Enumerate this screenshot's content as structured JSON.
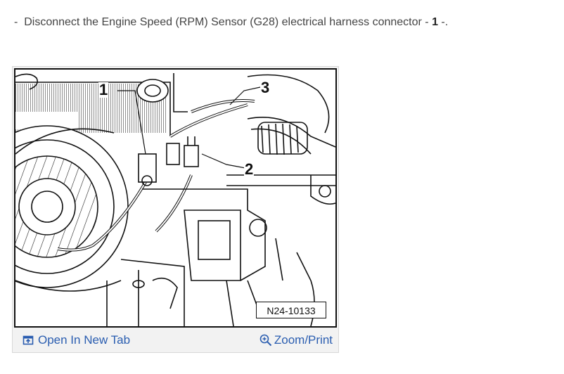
{
  "instruction": {
    "bullet": "-",
    "text_before": "Disconnect the Engine Speed (RPM) Sensor (G28) electrical harness connector -",
    "callout_ref": "1",
    "text_after": "-."
  },
  "figure": {
    "callouts": [
      "1",
      "2",
      "3"
    ],
    "figure_id": "N24-10133"
  },
  "footer": {
    "open_new_tab_label": "Open In New Tab",
    "zoom_print_label": "Zoom/Print"
  },
  "colors": {
    "link": "#2a5db0",
    "frame_border": "#111111",
    "card_bg": "#f2f2f2"
  },
  "icons": {
    "open_tab": "open-new-tab-icon",
    "zoom": "zoom-icon"
  }
}
